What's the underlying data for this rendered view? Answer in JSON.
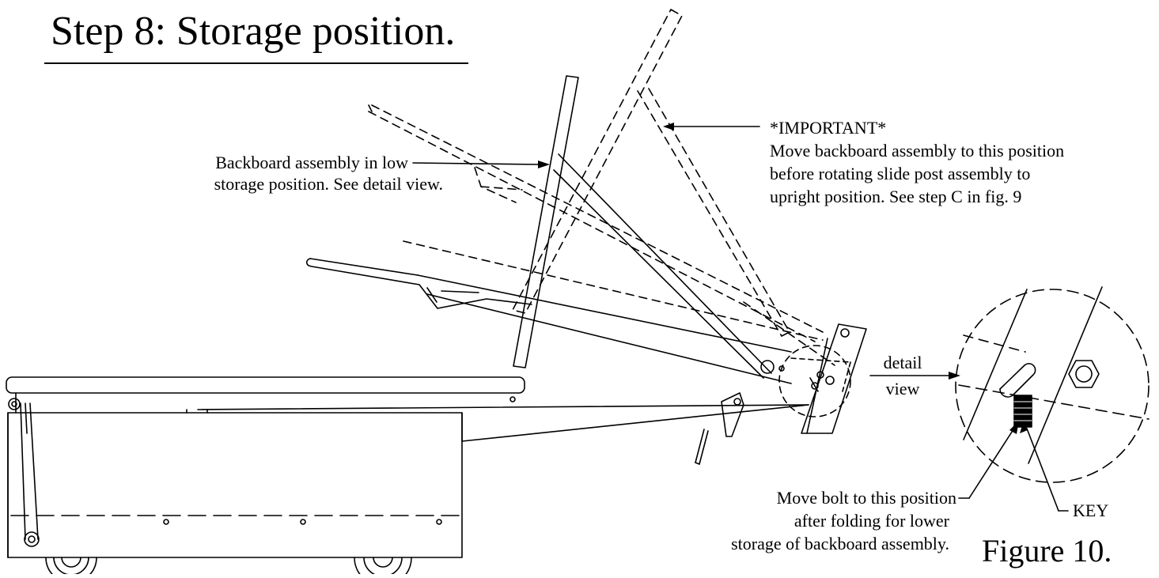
{
  "title": "Step 8: Storage position.",
  "labels": {
    "backboard_line1": "Backboard assembly in low",
    "backboard_line2": "storage position. See detail view.",
    "important_heading": "*IMPORTANT*",
    "important_line1": "Move backboard assembly to this position",
    "important_line2": "before rotating slide post assembly to",
    "important_line3": "upright position. See step C in fig. 9",
    "detail_line1": "detail",
    "detail_line2": "view",
    "bolt_line1": "Move bolt to this position",
    "bolt_line2": "after folding for lower",
    "bolt_line3": "storage of backboard assembly.",
    "key": "KEY"
  },
  "figure_caption": "Figure 10."
}
